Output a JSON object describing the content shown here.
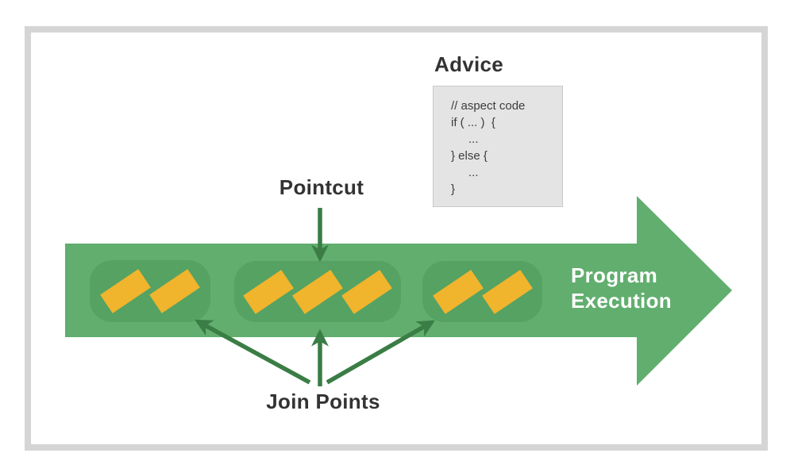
{
  "advice": {
    "title": "Advice",
    "code_lines": [
      "// aspect code",
      "if ( ... )  {",
      "...",
      "} else {",
      "...",
      "}"
    ]
  },
  "pointcut": {
    "label": "Pointcut"
  },
  "join_points": {
    "label": "Join Points",
    "groups": [
      {
        "join_point_count": 2
      },
      {
        "join_point_count": 3
      },
      {
        "join_point_count": 2
      }
    ]
  },
  "program_execution": {
    "line1": "Program",
    "line2": "Execution"
  },
  "colors": {
    "band_green": "#61ae6e",
    "group_green": "#55a263",
    "arrow_dark_green": "#3a7d45",
    "join_point_yellow": "#f0b42d",
    "code_box_bg": "#e4e4e4",
    "code_box_border": "#c9c9c9",
    "frame_border": "#d5d5d5",
    "label_text": "#333333",
    "program_text": "#ffffff"
  }
}
